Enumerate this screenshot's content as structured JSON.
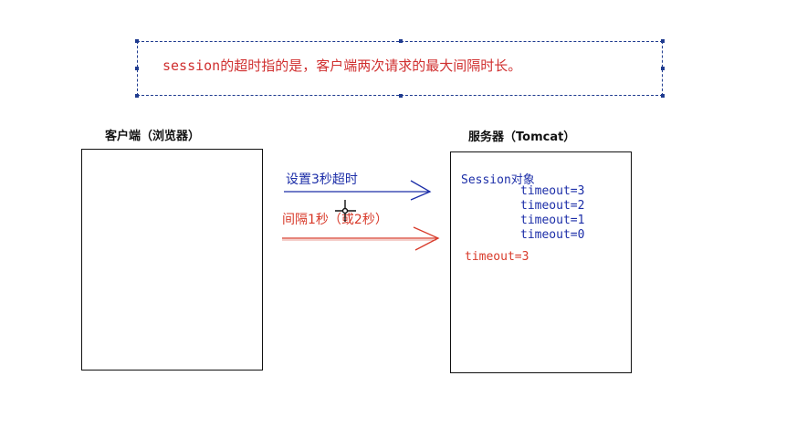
{
  "title": "session的超时指的是，客户端两次请求的最大间隔时长。",
  "client": {
    "label": "客户端（浏览器）"
  },
  "server": {
    "label": "服务器（Tomcat）",
    "session_label": "Session对象",
    "timeouts": [
      "timeout=3",
      "timeout=2",
      "timeout=1",
      "timeout=0"
    ],
    "reset_timeout": "timeout=3"
  },
  "arrows": {
    "first_label": "设置3秒超时",
    "second_label": "间隔1秒（或2秒）"
  },
  "colors": {
    "blue": "#1c2ea8",
    "red": "#d83a2a",
    "title_red": "#d03030",
    "border": "#1f3b8f"
  },
  "icons": [
    "crosshair-cursor-icon"
  ]
}
